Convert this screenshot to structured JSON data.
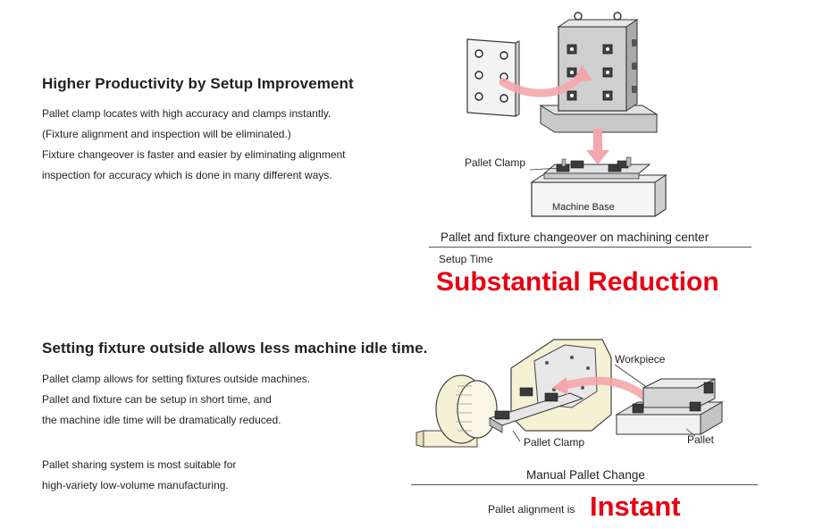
{
  "section1": {
    "heading": "Higher Productivity by Setup Improvement",
    "lines": [
      "Pallet clamp locates with high accuracy and clamps instantly.",
      "(Fixture alignment and inspection will be eliminated.)",
      "Fixture changeover is faster and easier by eliminating alignment",
      "inspection for accuracy which is done in many different ways."
    ],
    "figure": {
      "label_pallet_clamp": "Pallet Clamp",
      "label_machine_base": "Machine Base",
      "caption": "Pallet and fixture changeover on machining center"
    },
    "result_label": "Setup Time",
    "result_value": "Substantial Reduction"
  },
  "section2": {
    "heading": "Setting fixture outside allows less machine idle time.",
    "lines": [
      "Pallet clamp allows for setting fixtures outside machines.",
      "Pallet and fixture can be setup in short time, and",
      "the machine idle time will be dramatically reduced."
    ],
    "lines2": [
      "Pallet sharing system is most suitable for",
      "high-variety low-volume manufacturing."
    ],
    "figure": {
      "label_workpiece": "Workpiece",
      "label_pallet_clamp": "Pallet Clamp",
      "label_pallet": "Pallet",
      "caption": "Manual Pallet Change"
    },
    "result_label": "Pallet alignment is",
    "result_value": "Instant"
  },
  "colors": {
    "accent_red": "#e60012",
    "arrow_pink": "#f3a7ab",
    "machine_cream": "#f6f0d4"
  }
}
